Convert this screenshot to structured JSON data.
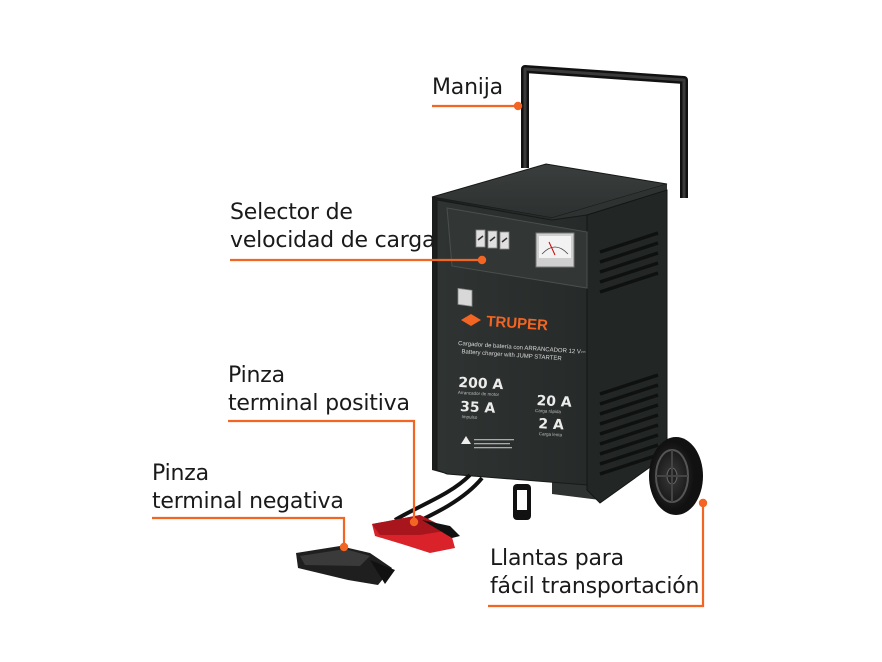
{
  "callouts": {
    "handle": {
      "lines": [
        "Manija"
      ]
    },
    "speed_selector": {
      "lines": [
        "Selector de",
        "velocidad de carga"
      ]
    },
    "positive_clamp": {
      "lines": [
        "Pinza",
        "terminal positiva"
      ]
    },
    "negative_clamp": {
      "lines": [
        "Pinza",
        "terminal negativa"
      ]
    },
    "wheels": {
      "lines": [
        "Llantas para",
        "fácil transportación"
      ]
    }
  },
  "product": {
    "brand": "TRUPER",
    "description_es": "Cargador de batería con ARRANCADOR 12 V⎓",
    "description_en1": "Battery charger with JUMP STARTER",
    "specs": [
      {
        "value": "200 A",
        "caption": "Arrancador de motor"
      },
      {
        "value": "35 A",
        "caption": "Impulso"
      },
      {
        "value": "20 A",
        "caption": "Carga rápida"
      },
      {
        "value": "2 A",
        "caption": "Carga lenta"
      }
    ]
  },
  "colors": {
    "accent": "#f26522",
    "body": "#2b2f2e",
    "body_dark": "#1c1f1e",
    "text": "#1a1a1a",
    "clamp_positive": "#d9222a",
    "clamp_negative": "#1f1f1f"
  }
}
